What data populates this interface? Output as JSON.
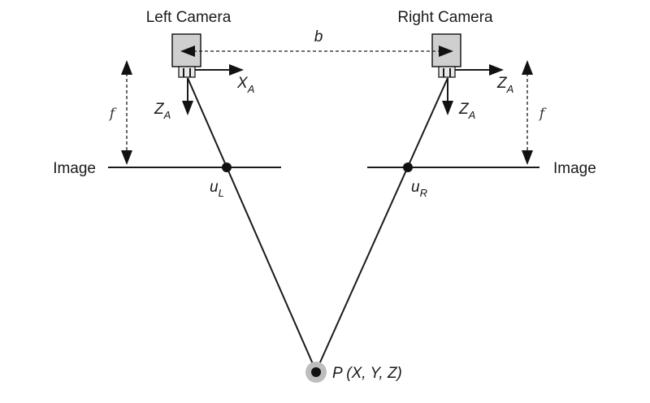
{
  "cameras": {
    "left_label": "Left Camera",
    "right_label": "Right Camera"
  },
  "baseline": {
    "label": "b"
  },
  "axes": {
    "x_main": "X",
    "x_sub": "A",
    "z_main": "Z",
    "z_sub": "A"
  },
  "focal": {
    "label": "f"
  },
  "image_planes": {
    "left_label": "Image",
    "right_label": "Image"
  },
  "image_points": {
    "left_main": "u",
    "left_sub": "L",
    "right_main": "u",
    "right_sub": "R"
  },
  "point": {
    "label": "P (X, Y, Z)"
  },
  "colors": {
    "camera_body": "#cfcfcf",
    "lines": "#1a1a1a",
    "point_halo": "#9a9a9a"
  }
}
